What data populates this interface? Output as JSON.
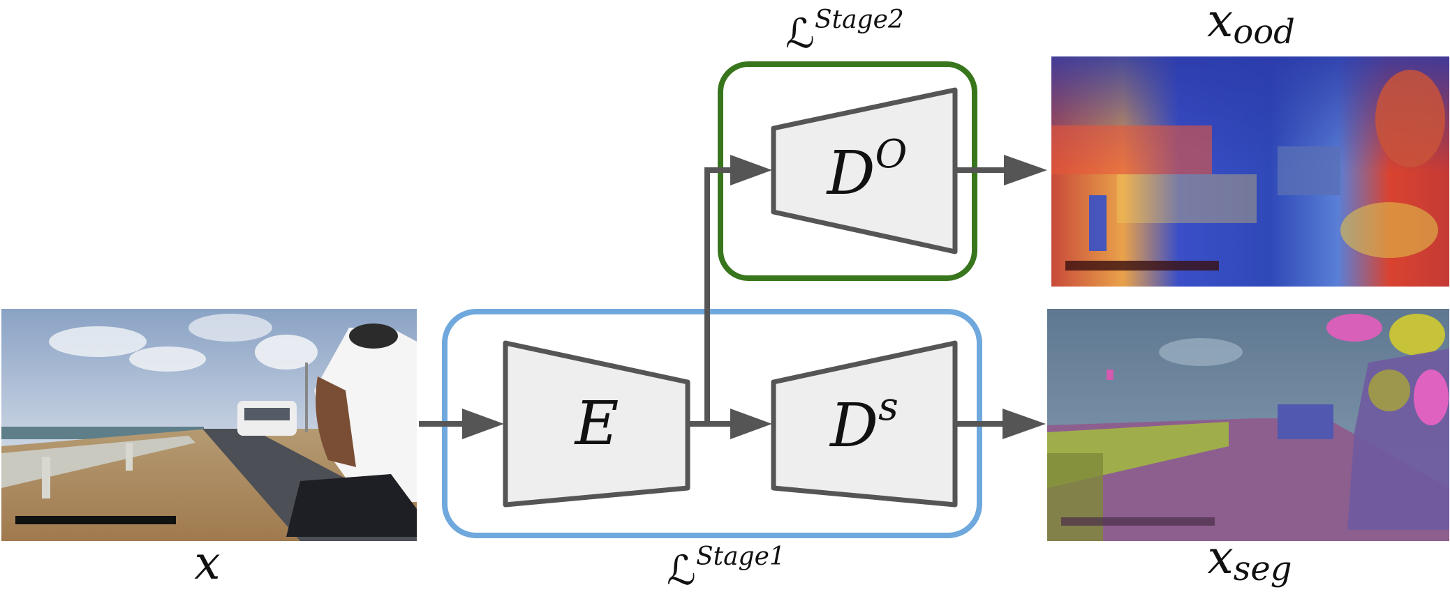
{
  "labels": {
    "input": "x",
    "ood_output_base": "x",
    "ood_output_sub": "ood",
    "seg_output_base": "x",
    "seg_output_sub": "seg",
    "stage1_loss_symbol": "ℒ",
    "stage1_loss_sup": "Stage1",
    "stage2_loss_symbol": "ℒ",
    "stage2_loss_sup": "Stage2"
  },
  "modules": {
    "encoder": "E",
    "ood_decoder_base": "D",
    "ood_decoder_sup": "O",
    "seg_decoder_base": "D",
    "seg_decoder_sup": "s"
  },
  "colors": {
    "stage1_box": "#6fa8dc",
    "stage2_box": "#38761d",
    "module_fill": "#eeeeee",
    "module_stroke": "#555555",
    "arrow": "#555555"
  }
}
